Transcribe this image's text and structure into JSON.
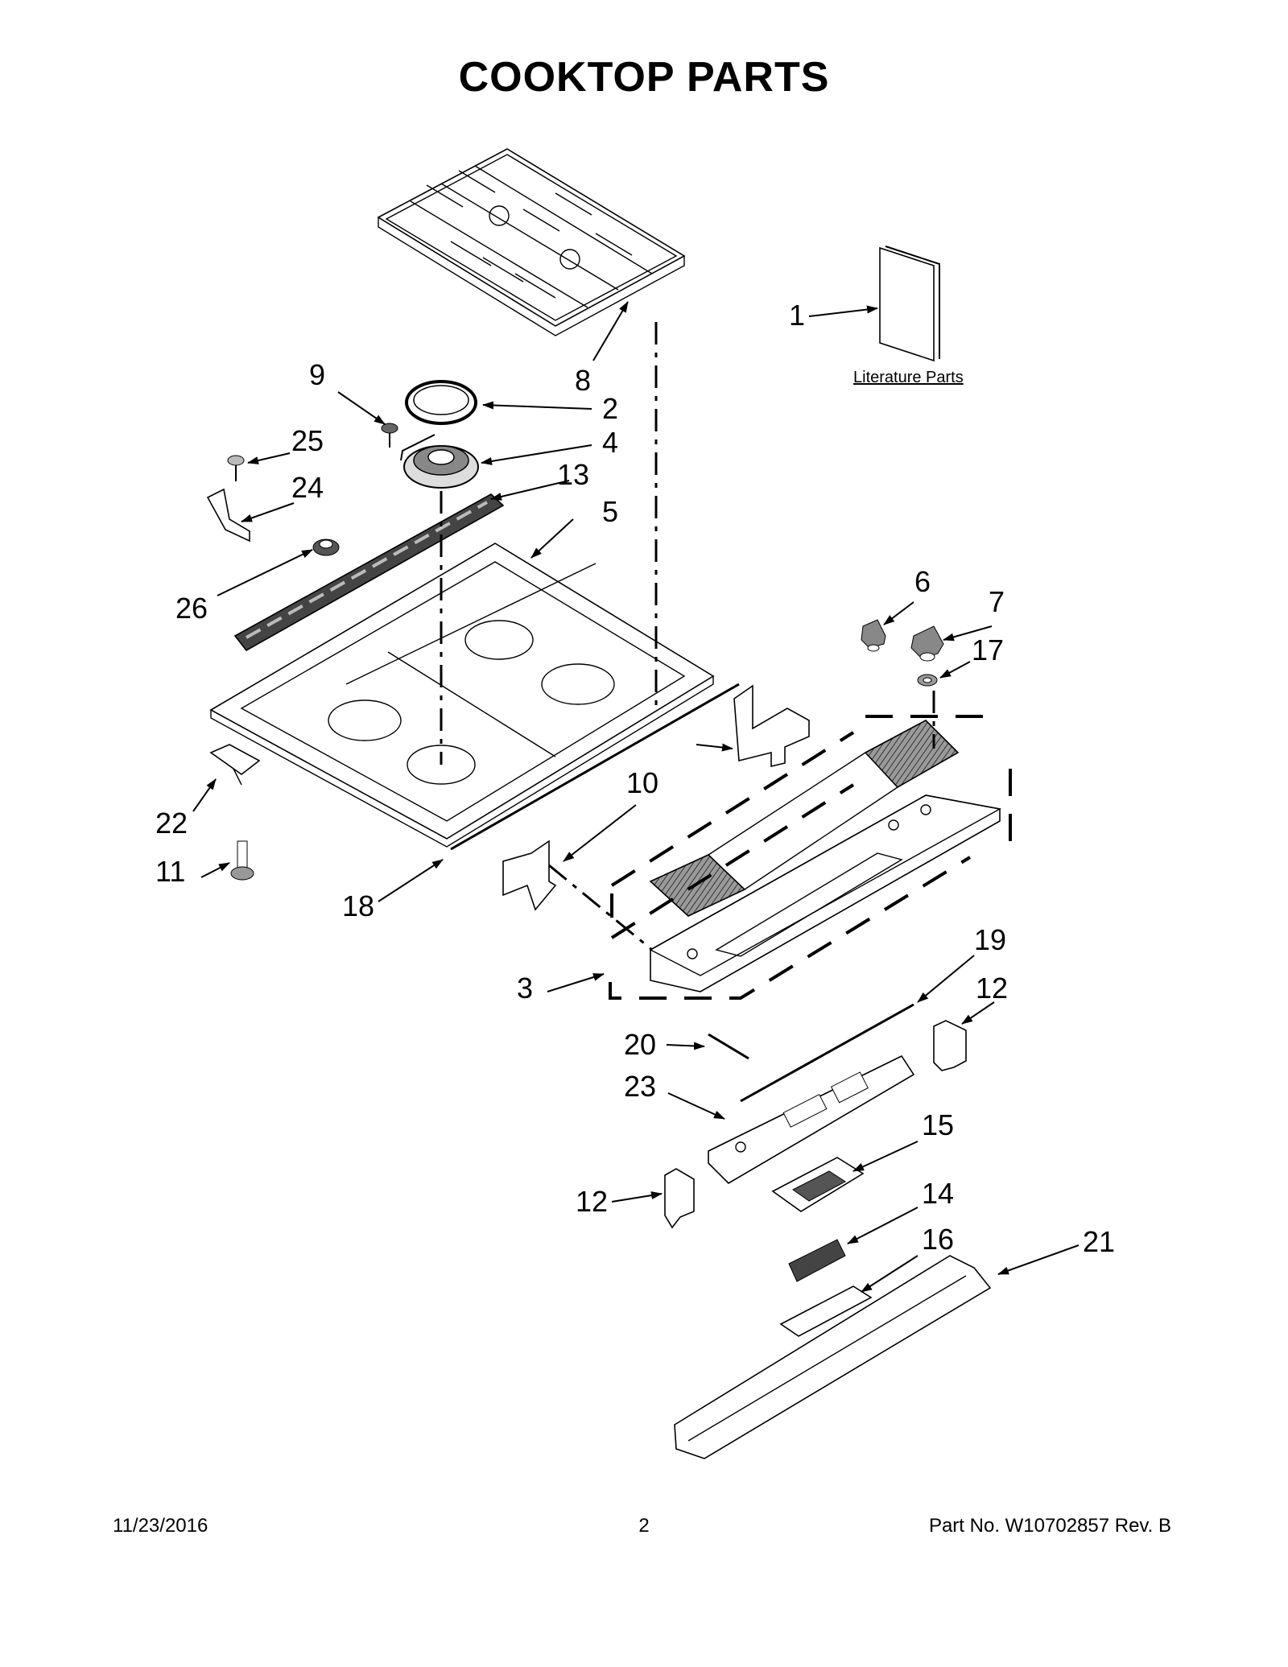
{
  "title": "COOKTOP PARTS",
  "literature_label": "Literature Parts",
  "callouts": {
    "c1": "1",
    "c2": "2",
    "c3": "3",
    "c4": "4",
    "c5": "5",
    "c6": "6",
    "c7": "7",
    "c8": "8",
    "c9": "9",
    "c10": "10",
    "c11": "11",
    "c12a": "12",
    "c12b": "12",
    "c13": "13",
    "c14": "14",
    "c15": "15",
    "c16": "16",
    "c17": "17",
    "c18": "18",
    "c19": "19",
    "c20": "20",
    "c21": "21",
    "c22": "22",
    "c23": "23",
    "c24": "24",
    "c25": "25",
    "c26": "26"
  },
  "footer": {
    "date": "11/23/2016",
    "page": "2",
    "part_no": "Part No.  W10702857  Rev.  B"
  }
}
